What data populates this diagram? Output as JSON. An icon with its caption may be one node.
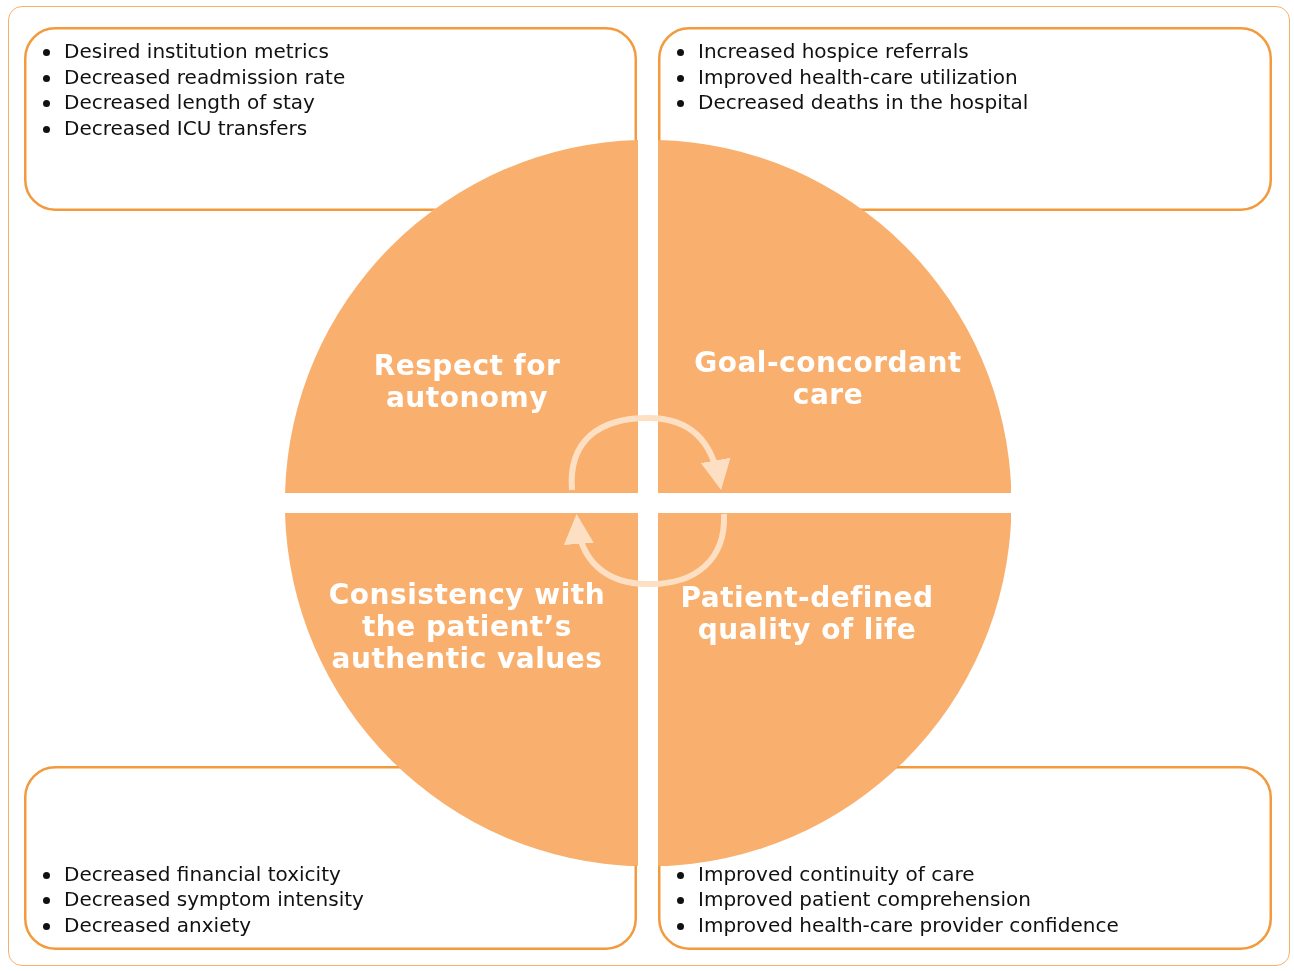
{
  "diagram": {
    "nodes": [
      {
        "text": [
          "Desired institution metrics",
          "Decreased readmission rate",
          "Decreased length of stay",
          "Decreased ICU transfers"
        ]
      },
      {
        "text": [
          "Increased hospice referrals",
          "Improved health-care utilization",
          "Decreased deaths in the hospital"
        ]
      },
      {
        "text": [
          "Respect for autonomy"
        ]
      },
      {
        "text": [
          "Goal-concordant care"
        ]
      },
      {
        "text": [
          "Consistency with the patient’s authentic values"
        ]
      },
      {
        "text": [
          "Patient-defined quality of life"
        ]
      },
      {
        "text": [
          "Decreased financial toxicity",
          "Decreased symptom intensity",
          "Decreased anxiety"
        ]
      },
      {
        "text": [
          "Improved continuity of care",
          "Improved patient comprehension",
          "Improved health-care provider confidence"
        ]
      }
    ],
    "edges": [
      {
        "from": 2,
        "to": 3,
        "arrow": "to"
      },
      {
        "from": 5,
        "to": 4,
        "arrow": "to"
      }
    ]
  }
}
